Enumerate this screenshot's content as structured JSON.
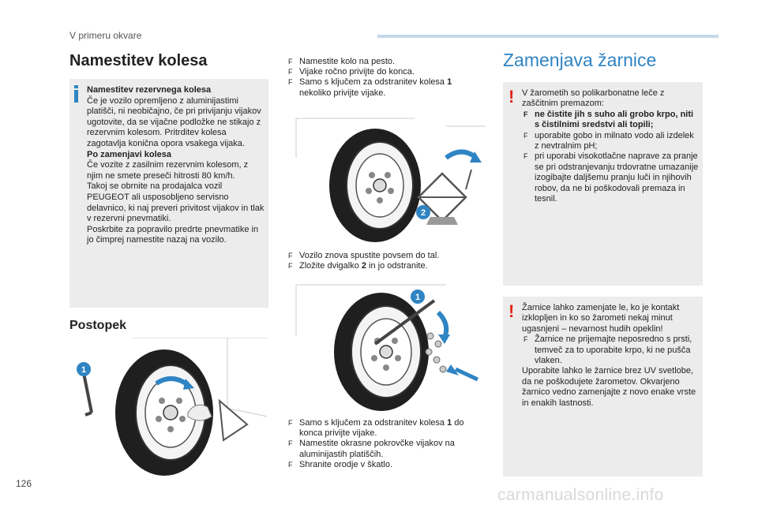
{
  "header": {
    "section": "V primeru okvare"
  },
  "left": {
    "title": "Namestitev kolesa",
    "note": {
      "h1": "Namestitev rezervnega kolesa",
      "p1": "Če je vozilo opremljeno z aluminijastimi platišči, ni neobičajno, če pri privijanju vijakov ugotovite, da se vijačne podložke ne stikajo z rezervnim kolesom. Pritrditev kolesa zagotavlja konična opora vsakega vijaka.",
      "h2": "Po zamenjavi kolesa",
      "p2": "Če vozite z zasilnim rezervnim kolesom, z njim ne smete preseči hitrosti 80 km/h.",
      "p3": "Takoj se obrnite na prodajalca vozil PEUGEOT ali usposobljeno servisno delavnico, ki naj preveri privitost vijakov in tlak v rezervni pnevmatiki.",
      "p4": "Poskrbite za popravilo predrte pnevmatike in jo čimprej namestite nazaj na vozilo."
    },
    "subtitle": "Postopek",
    "figure_label": "1"
  },
  "middle": {
    "list1": [
      {
        "text": "Namestite kolo na pesto."
      },
      {
        "text": "Vijake ročno privijte do konca."
      },
      {
        "pre": "Samo s ključem za odstranitev kolesa ",
        "bold": "1",
        "post": " nekoliko privijte vijake."
      }
    ],
    "fig1_label": "2",
    "list2": [
      {
        "text": "Vozilo znova spustite povsem do tal."
      },
      {
        "pre": "Zložite dvigalko ",
        "bold": "2",
        "post": " in jo odstranite."
      }
    ],
    "fig2_label": "1",
    "list3": [
      {
        "pre": "Samo s ključem za odstranitev kolesa ",
        "bold": "1",
        "post": " do konca privijte vijake."
      },
      {
        "text": "Namestite okrasne pokrovčke vijakov na aluminijastih platiščih."
      },
      {
        "text": "Shranite orodje v škatlo."
      }
    ],
    "marker": "F"
  },
  "right": {
    "title": "Zamenjava žarnice",
    "warn1": {
      "intro": "V žarometih so polikarbonatne leče z zaščitnim premazom:",
      "items": [
        {
          "text": "ne čistite jih s suho ali grobo krpo, niti s čistilnimi sredstvi ali topili;",
          "bold": true
        },
        {
          "text": "uporabite gobo in milnato vodo ali izdelek z nevtralnim pH;",
          "bold": false
        },
        {
          "text": "pri uporabi visokotlačne naprave za pranje se pri odstranjevanju trdovratne umazanije izogibajte daljšemu pranju luči in njihovih robov, da ne bi poškodovali premaza in tesnil.",
          "bold": false
        }
      ]
    },
    "warn2": {
      "intro": "Žarnice lahko zamenjate le, ko je kontakt izklopljen in ko so žarometi nekaj minut ugasnjeni – nevarnost hudih opeklin!",
      "items": [
        {
          "text": "Žarnice ne prijemajte neposredno s prsti, temveč za to uporabite krpo, ki ne pušča vlaken."
        }
      ],
      "outro": "Uporabite lahko le žarnice brez UV svetlobe, da ne poškodujete žarometov. Okvarjeno žarnico vedno zamenjajte z novo enake vrste in enakih lastnosti."
    },
    "warn_symbol": "!"
  },
  "footer": {
    "page_number": "126",
    "watermark": "carmanualsonline.info"
  },
  "colors": {
    "accent": "#2f84c3",
    "box": "#ececec",
    "warning": "#e2231a",
    "header_bar": "#c5d9ea"
  }
}
